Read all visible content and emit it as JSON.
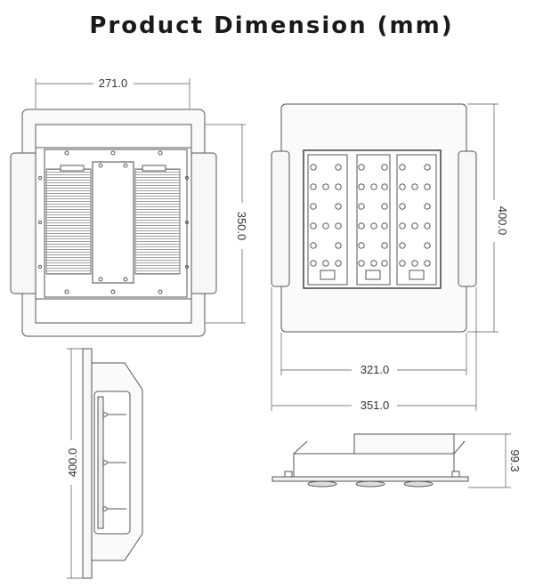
{
  "title": "Product Dimension (mm)",
  "dimensions": {
    "front_width": "271.0",
    "front_height": "350.0",
    "back_height": "400.0",
    "back_inner_width": "321.0",
    "back_outer_width": "351.0",
    "side_height": "400.0",
    "bottom_depth": "99.3"
  },
  "colors": {
    "line": "#555555",
    "fill": "#f4f4f4",
    "dark": "#333333"
  }
}
